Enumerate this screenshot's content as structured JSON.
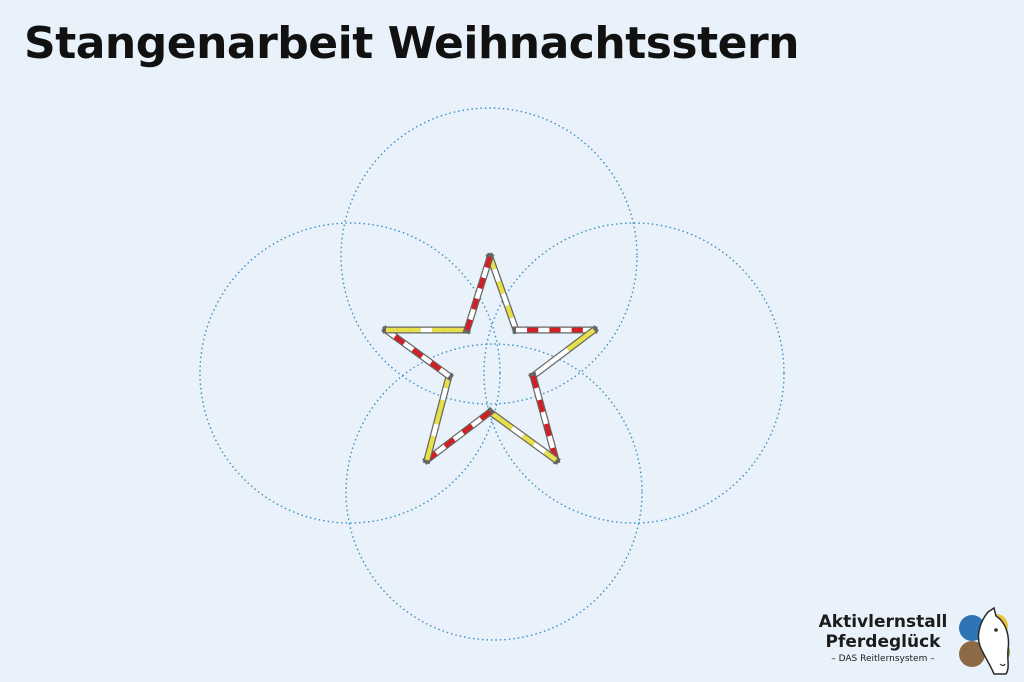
{
  "title": "Stangenarbeit Weihnachtsstern",
  "colors": {
    "background": "#e9f2fa",
    "circle": "#3a8fc4",
    "pole_red": "#d21f26",
    "pole_yellow": "#e8e04a",
    "pole_white": "#ffffff",
    "pole_outline": "#666666"
  },
  "diagram": {
    "circles": 4,
    "circle_style": "dotted",
    "shape": "five-pointed star made of poles",
    "poles": 10
  },
  "logo": {
    "line1": "Aktivlernstall",
    "line2": "Pferdeglück",
    "line3": "– DAS Reitlernsystem –",
    "icons": [
      "horse-head-icon",
      "clover-icon"
    ]
  }
}
